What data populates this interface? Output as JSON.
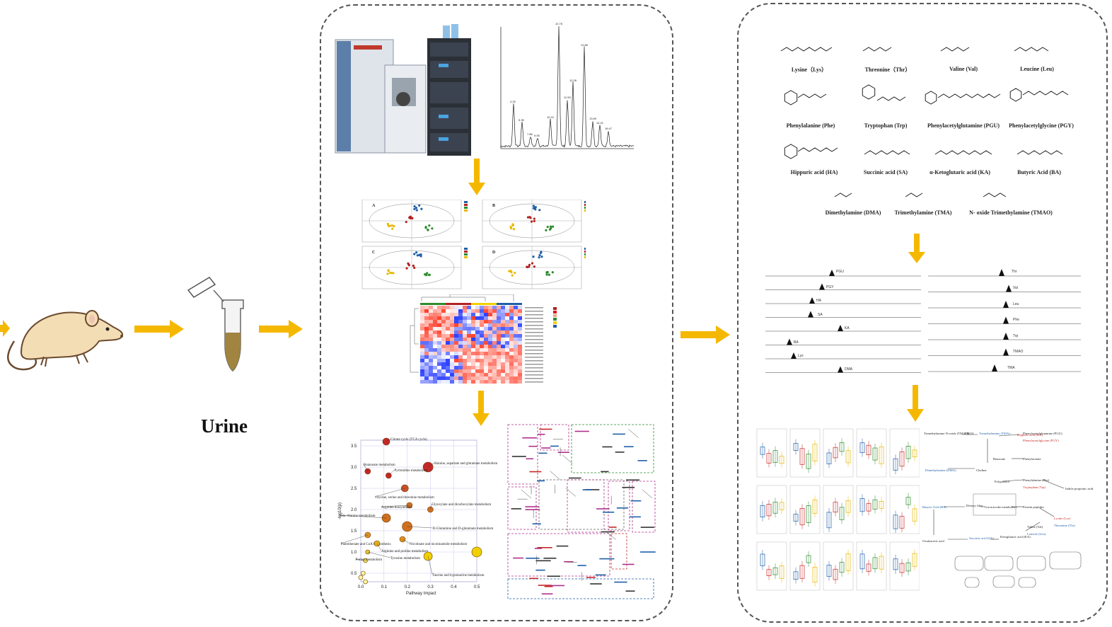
{
  "colors": {
    "arrow": "#f5b800",
    "panel_border": "#555555",
    "heat_red": "#d7191c",
    "heat_blue": "#2c7bb6"
  },
  "urine_label": "Urine",
  "chromatogram": {
    "peaks": [
      "4.29",
      "5.35",
      "7.86",
      "9.05",
      "10.22",
      "10.75",
      "11.53",
      "12.26",
      "12.86",
      "13.69",
      "14.41",
      "16.47"
    ]
  },
  "score_plots": [
    "A",
    "B",
    "C",
    "D"
  ],
  "pathway": {
    "xlabel": "Pathway Impact",
    "ylabel": "-log10(p)",
    "xticks": [
      "0.0",
      "0.1",
      "0.2",
      "0.3",
      "0.4",
      "0.5"
    ],
    "yticks": [
      "0.5",
      "1.0",
      "1.5",
      "2.0",
      "2.5",
      "3.0",
      "3.5"
    ],
    "labels": [
      "Citrate cycle (TCA cycle)",
      "Butanoate metabolism",
      "Alanine, aspartate and glutamate metabolism",
      "Pyrimidine metabolism",
      "Glycine, serine and threonine metabolism",
      "Arginine biosynthesis",
      "Glyoxylate and dicarboxylate metabolism",
      "beta-Alanine metabolism",
      "D-Glutamine and D-glutamate metabolism",
      "Pantothenate and CoA biosynthesis",
      "Nicotinate and nicotinamide metabolism",
      "Arginine and proline metabolism",
      "Tyrosine metabolism",
      "Purine metabolism",
      "Taurine and hypotaurine metabolism"
    ]
  },
  "metabolites": [
    "Lysine（Lys）",
    "Threonine（Thr）",
    "Valine (Val)",
    "Leucine (Leu)",
    "Phenylalanine (Phe)",
    "Tryptophan (Trp)",
    "Phenylacetylglutamine (PGU)",
    "Phenylacetylglycine (PGY)",
    "Hippuric acid (HA)",
    "Succinic acid (SA)",
    "α-Ketoglutaric acid (KA)",
    "Butyric Acid (BA)",
    "Dimethylamine (DMA)",
    "Trimethylamine (TMA)",
    "N- oxide Trimethylamine (TMAO)"
  ],
  "mrm_left": [
    "PGU",
    "PGY",
    "HA",
    "SA",
    "KA",
    "BA",
    "Lys",
    "DMA"
  ],
  "mrm_right": [
    "Thr",
    "Val",
    "Leu",
    "Phe",
    "Trp",
    "TMAO",
    "TMA"
  ],
  "network": {
    "nodes": [
      "Trimethylamine N-oxide (TMAO)",
      "FMO3",
      "Trimethylamine (TMA)",
      "Hippuric acid (HA)",
      "Phenylacetylglutamine (PGU)",
      "Phenylacetylglycine (PGY)",
      "Dimethylamine (DMA)",
      "Choline",
      "Benzoate",
      "Phenylacetate",
      "Polyphenol",
      "Phenylalanine (Phe)",
      "Tryptophan (Trp)",
      "Indole propionic acid",
      "Butyric Acid (BA)",
      "Dietary fiber",
      "Gut microbe metabolism",
      "Protein peptides",
      "Lysine (Lys)",
      "Threonine (Thr)",
      "Valine (Val)",
      "Leucine (Leu)",
      "Oxaloacetic acid",
      "Succinic acid (SA)",
      "Ketoglutaric acid (KA)"
    ]
  }
}
